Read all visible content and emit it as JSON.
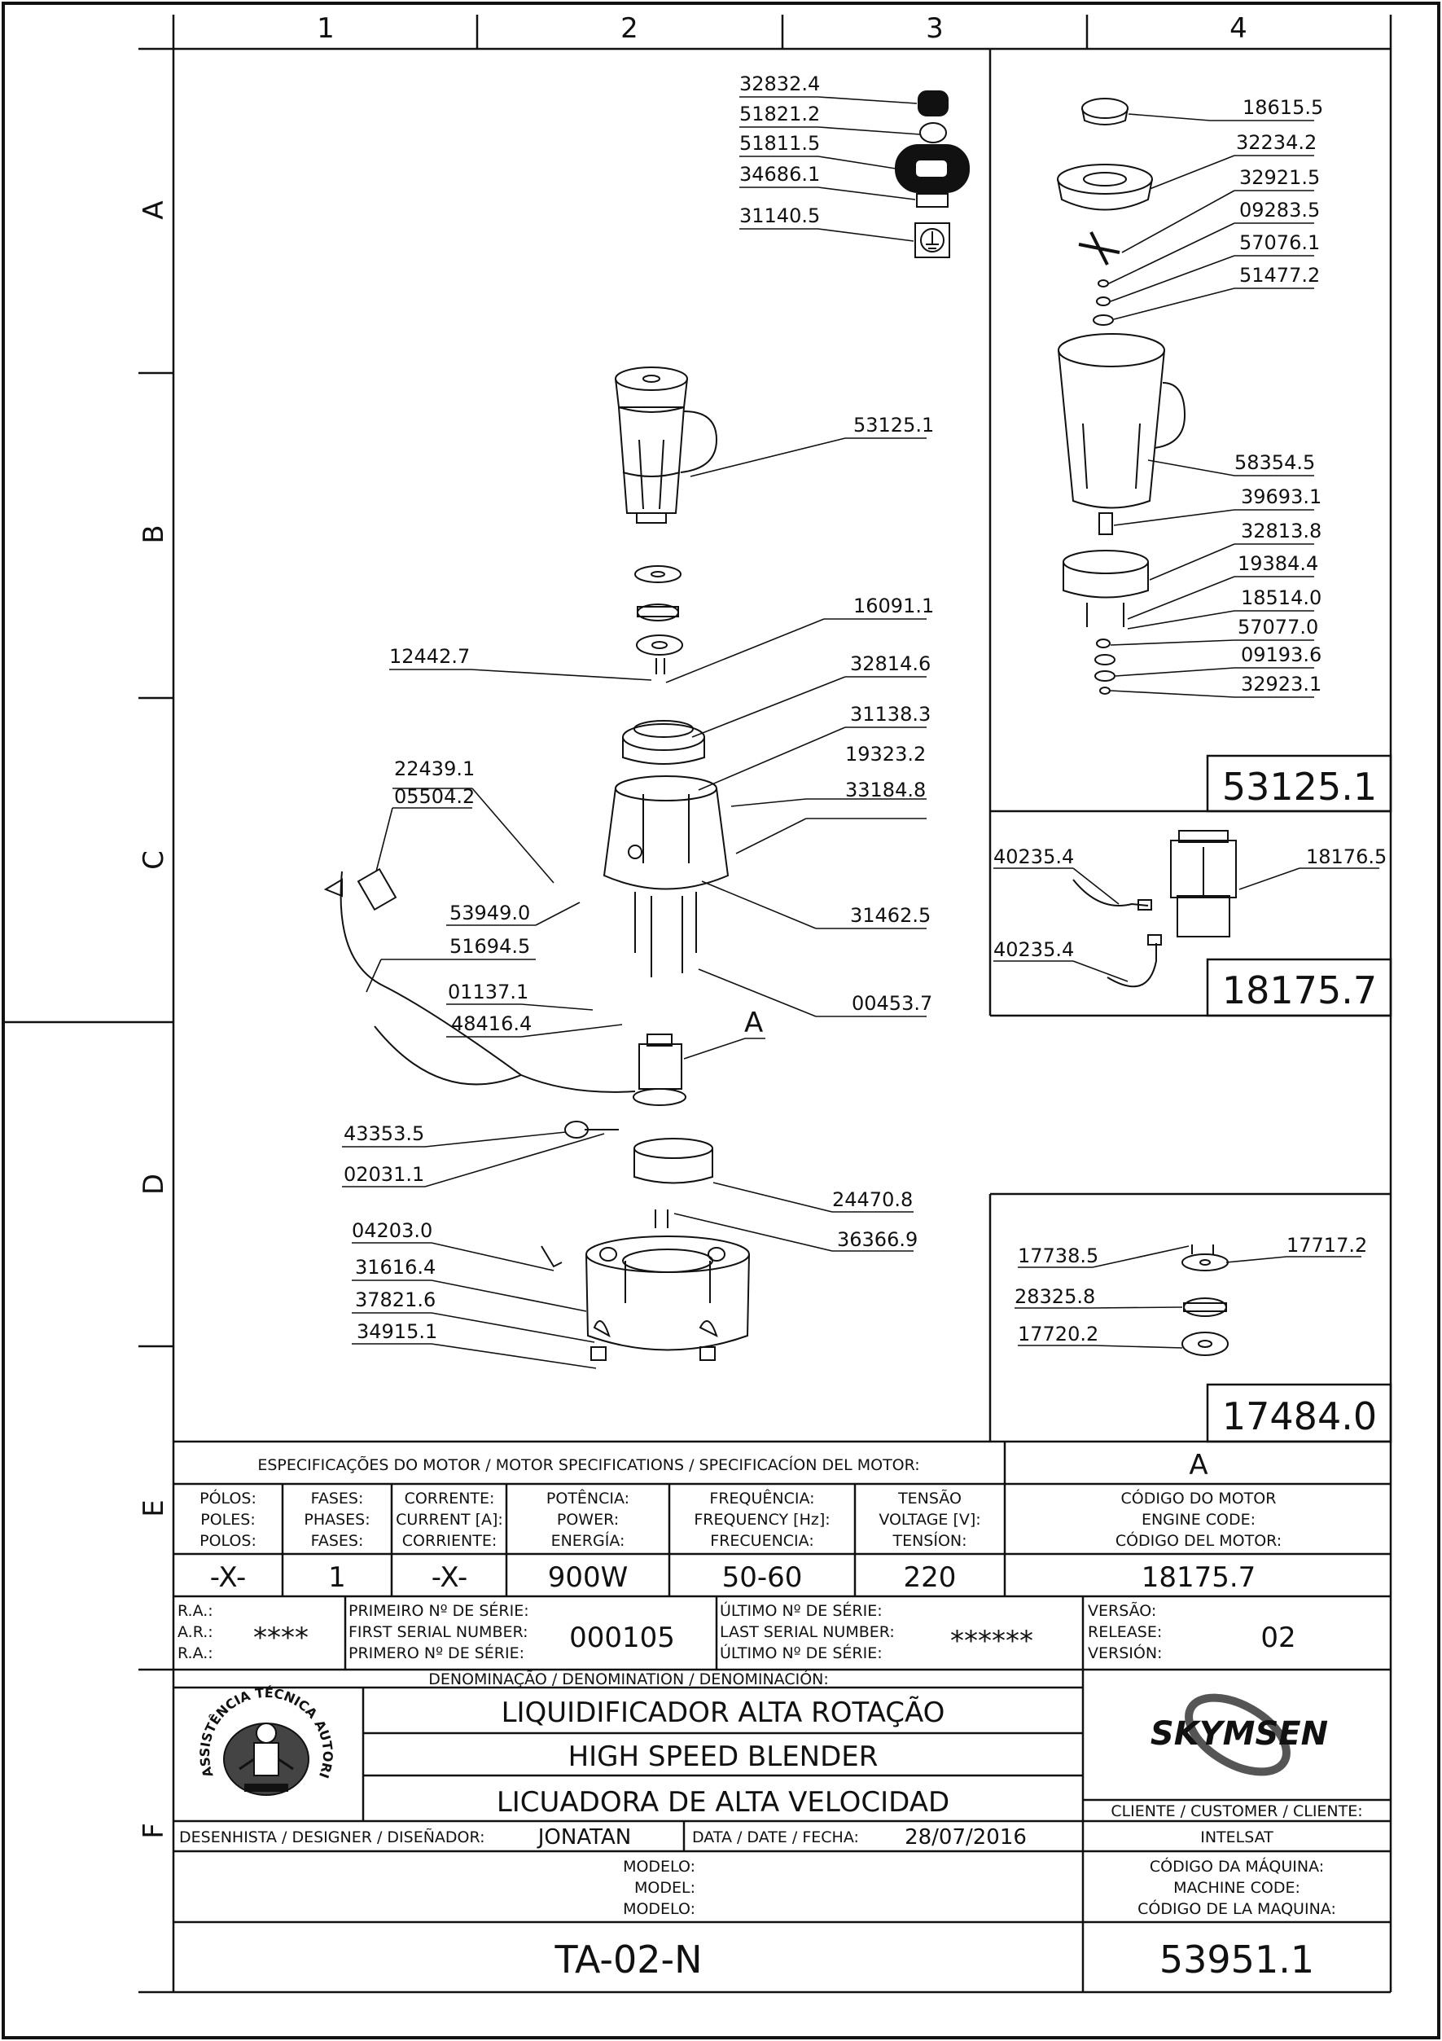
{
  "grid": {
    "columns": [
      "1",
      "2",
      "3",
      "4"
    ],
    "rows": [
      "A",
      "B",
      "C",
      "D",
      "E",
      "F"
    ]
  },
  "callouts": {
    "c1": "32832.4",
    "c2": "51821.2",
    "c3": "51811.5",
    "c4": "34686.1",
    "c5": "31140.5",
    "c6": "53125.1",
    "c7": "16091.1",
    "c8": "12442.7",
    "c9": "32814.6",
    "c10": "31138.3",
    "c11": "19323.2",
    "c12": "33184.8",
    "c13": "22439.1",
    "c14": "05504.2",
    "c15": "53949.0",
    "c16": "51694.5",
    "c17": "31462.5",
    "c18": "01137.1",
    "c19": "48416.4",
    "c20": "00453.7",
    "c21": "A",
    "c22": "43353.5",
    "c23": "02031.1",
    "c24": "24470.8",
    "c25": "36366.9",
    "c26": "04203.0",
    "c27": "31616.4",
    "c28": "37821.6",
    "c29": "34915.1"
  },
  "jar_callouts": {
    "j1": "18615.5",
    "j2": "32234.2",
    "j3": "32921.5",
    "j4": "09283.5",
    "j5": "57076.1",
    "j6": "51477.2",
    "j7": "58354.5",
    "j8": "39693.1",
    "j9": "32813.8",
    "j10": "19384.4",
    "j11": "18514.0",
    "j12": "57077.0",
    "j13": "09193.6",
    "j14": "32923.1"
  },
  "jar_code": "53125.1",
  "motor_callouts": {
    "m1": "40235.4",
    "m2": "18176.5",
    "m3": "40235.4"
  },
  "motor_code": "18175.7",
  "coupling_callouts": {
    "k1": "17738.5",
    "k2": "17717.2",
    "k3": "28325.8",
    "k4": "17720.2"
  },
  "coupling_code": "17484.0",
  "motor_spec": {
    "title": "ESPECIFICAÇÕES DO MOTOR / MOTOR SPECIFICATIONS / SPECIFICACÍON DEL MOTOR:",
    "ref": "A",
    "headers": [
      [
        "PÓLOS:",
        "POLES:",
        "POLOS:"
      ],
      [
        "FASES:",
        "PHASES:",
        "FASES:"
      ],
      [
        "CORRENTE:",
        "CURRENT [A]:",
        "CORRIENTE:"
      ],
      [
        "POTÊNCIA:",
        "POWER:",
        "ENERGÍA:"
      ],
      [
        "FREQUÊNCIA:",
        "FREQUENCY [Hz]:",
        "FRECUENCIA:"
      ],
      [
        "TENSÃO",
        "VOLTAGE [V]:",
        "TENSÍON:"
      ],
      [
        "CÓDIGO DO MOTOR",
        "ENGINE CODE:",
        "CÓDIGO DEL MOTOR:"
      ]
    ],
    "values": [
      "-X-",
      "1",
      "-X-",
      "900W",
      "50-60",
      "220",
      "18175.7"
    ]
  },
  "serial": {
    "ra_labels": [
      "R.A.:",
      "A.R.:",
      "R.A.:"
    ],
    "ra_value": "****",
    "first_labels": [
      "PRIMEIRO Nº DE SÉRIE:",
      "FIRST SERIAL NUMBER:",
      "PRIMERO Nº DE SÉRIE:"
    ],
    "first_value": "000105",
    "last_labels": [
      "ÚLTIMO Nº DE SÉRIE:",
      "LAST SERIAL NUMBER:",
      "ÚLTIMO Nº DE SÉRIE:"
    ],
    "last_value": "******",
    "version_labels": [
      "VERSÃO:",
      "RELEASE:",
      "VERSIÓN:"
    ],
    "version_value": "02"
  },
  "denomination": {
    "label": "DENOMINAÇÃO / DENOMINATION / DENOMINACIÓN:",
    "pt": "LIQUIDIFICADOR ALTA ROTAÇÃO",
    "en": "HIGH SPEED BLENDER",
    "es": "LICUADORA DE ALTA VELOCIDAD"
  },
  "seal": {
    "top": "ASSISTÊNCIA TÉCNICA AUTORIZADA"
  },
  "brand": "SKYMSEN",
  "customer": {
    "label": "CLIENTE / CUSTOMER / CLIENTE:",
    "value": "INTELSAT"
  },
  "designer": {
    "label": "DESENHISTA / DESIGNER / DISEÑADOR:",
    "value": "JONATAN"
  },
  "date": {
    "label": "DATA / DATE / FECHA:",
    "value": "28/07/2016"
  },
  "model": {
    "labels": [
      "MODELO:",
      "MODEL:",
      "MODELO:"
    ],
    "value": "TA-02-N"
  },
  "machine_code": {
    "labels": [
      "CÓDIGO DA MÁQUINA:",
      "MACHINE CODE:",
      "CÓDIGO DE LA MAQUINA:"
    ],
    "value": "53951.1"
  }
}
